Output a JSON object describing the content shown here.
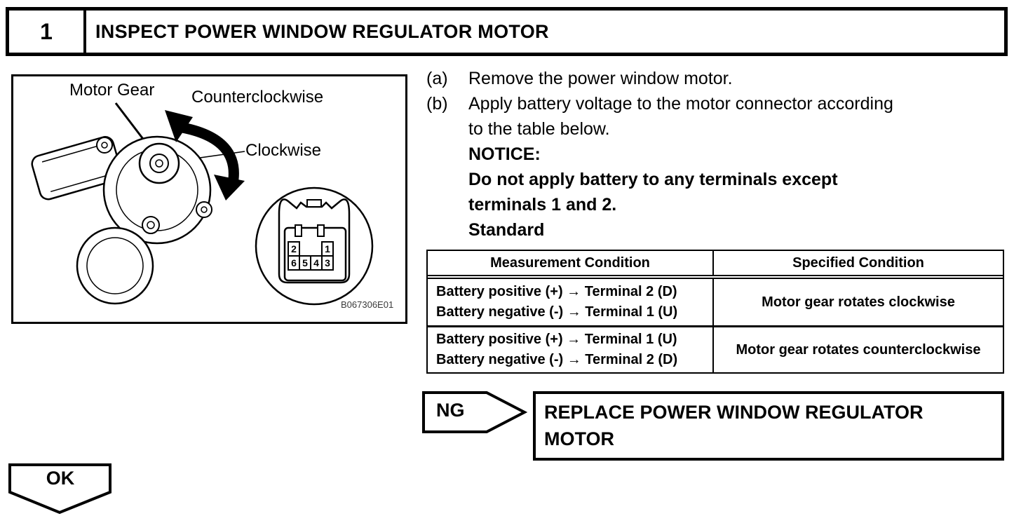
{
  "page": {
    "ink": "#000000",
    "paper": "#ffffff"
  },
  "header": {
    "step_number": "1",
    "title": "INSPECT POWER WINDOW REGULATOR MOTOR"
  },
  "figure": {
    "motor_gear_label": "Motor Gear",
    "counterclockwise_label": "Counterclockwise",
    "clockwise_label": "Clockwise",
    "connector_pins": {
      "top_left": "2",
      "top_right": "1",
      "bottom": [
        "6",
        "5",
        "4",
        "3"
      ]
    },
    "figure_code": "B067306E01"
  },
  "instructions": {
    "step_a_marker": "(a)",
    "step_a_text": "Remove the power window motor.",
    "step_b_marker": "(b)",
    "step_b_line1": "Apply battery voltage to the motor connector according",
    "step_b_line2": "to the table below.",
    "notice_label": "NOTICE:",
    "notice_line1": "Do not apply battery to any terminals except",
    "notice_line2": "terminals 1 and 2.",
    "standard_label": "Standard"
  },
  "table": {
    "col1_header": "Measurement Condition",
    "col2_header": "Specified Condition",
    "rows": [
      {
        "condition_line1": "Battery positive (+) → Terminal 2 (D)",
        "condition_line2": "Battery negative (-) → Terminal 1 (U)",
        "result": "Motor gear rotates clockwise"
      },
      {
        "condition_line1": "Battery positive (+) → Terminal 1 (U)",
        "condition_line2": "Battery negative (-) → Terminal 2 (D)",
        "result": "Motor gear rotates counterclockwise"
      }
    ]
  },
  "ng_branch": {
    "label": "NG",
    "action_line1": "REPLACE POWER WINDOW REGULATOR",
    "action_line2": "MOTOR"
  },
  "ok_branch": {
    "label": "OK"
  }
}
